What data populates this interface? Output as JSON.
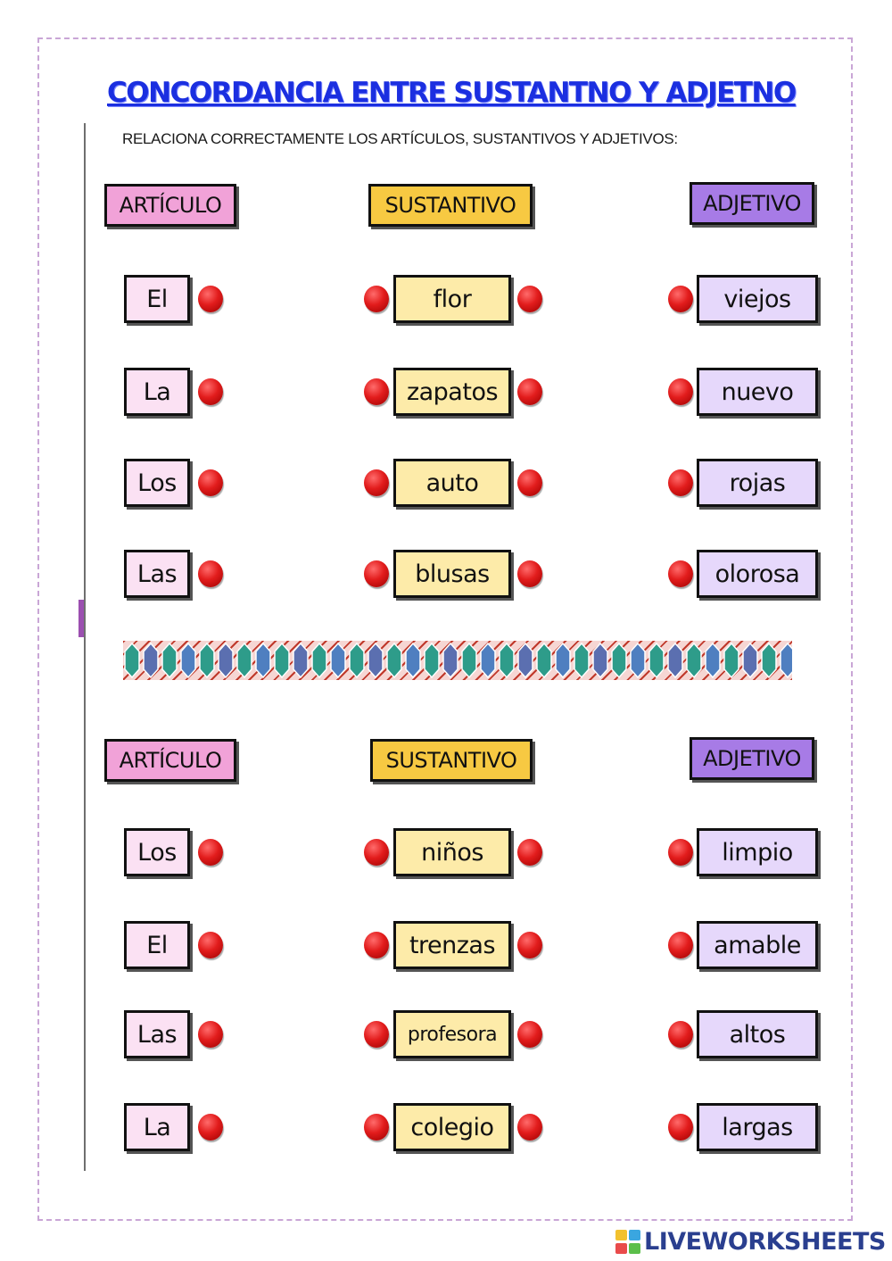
{
  "title": "CONCORDANCIA ENTRE SUSTANTNO Y ADJETNO",
  "instruction": "RELACIONA CORRECTAMENTE LOS ARTÍCULOS, SUSTANTIVOS Y ADJETIVOS:",
  "headers": {
    "articulo": "ARTÍCULO",
    "sustantivo": "SUSTANTIVO",
    "adjetivo": "ADJETIVO"
  },
  "section1": {
    "articulos": [
      "El",
      "La",
      "Los",
      "Las"
    ],
    "sustantivos": [
      "flor",
      "zapatos",
      "auto",
      "blusas"
    ],
    "adjetivos": [
      "viejos",
      "nuevo",
      "rojas",
      "olorosa"
    ]
  },
  "section2": {
    "articulos": [
      "Los",
      "El",
      "Las",
      "La"
    ],
    "sustantivos": [
      "niños",
      "trenzas",
      "profesora",
      "colegio"
    ],
    "adjetivos": [
      "limpio",
      "amable",
      "altos",
      "largas"
    ]
  },
  "colors": {
    "title": "#1b2fe0",
    "articulo_header": "#f1a2d8",
    "sustantivo_header": "#f7c942",
    "adjetivo_header": "#a77be6",
    "dot": "#e21c1c"
  },
  "icons": {
    "connector": "red-dot-icon",
    "divider": "gem-border-icon",
    "logo": "liveworksheets-logo-icon"
  },
  "brand": "LIVEWORKSHEETS"
}
